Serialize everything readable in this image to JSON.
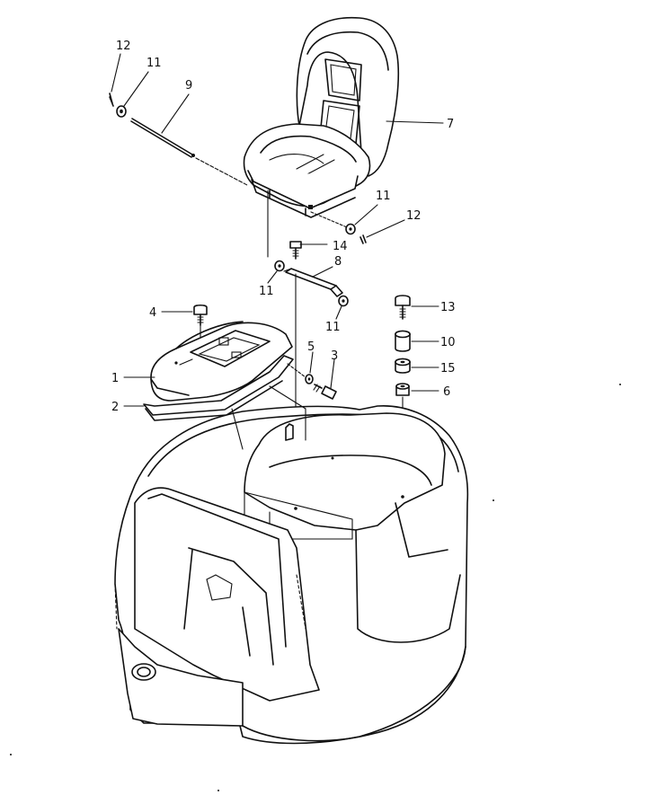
{
  "diagram": {
    "type": "exploded parts diagram",
    "callouts": [
      {
        "id": "callout-1",
        "number": "1"
      },
      {
        "id": "callout-2",
        "number": "2"
      },
      {
        "id": "callout-3",
        "number": "3"
      },
      {
        "id": "callout-4",
        "number": "4"
      },
      {
        "id": "callout-5",
        "number": "5"
      },
      {
        "id": "callout-6",
        "number": "6"
      },
      {
        "id": "callout-7",
        "number": "7"
      },
      {
        "id": "callout-8",
        "number": "8"
      },
      {
        "id": "callout-9",
        "number": "9"
      },
      {
        "id": "callout-10",
        "number": "10"
      },
      {
        "id": "callout-11-top",
        "number": "11"
      },
      {
        "id": "callout-11-right",
        "number": "11"
      },
      {
        "id": "callout-11-left-lower",
        "number": "11"
      },
      {
        "id": "callout-11-right-lower",
        "number": "11"
      },
      {
        "id": "callout-12-top",
        "number": "12"
      },
      {
        "id": "callout-12-right",
        "number": "12"
      },
      {
        "id": "callout-13",
        "number": "13"
      },
      {
        "id": "callout-14",
        "number": "14"
      },
      {
        "id": "callout-15",
        "number": "15"
      }
    ]
  }
}
